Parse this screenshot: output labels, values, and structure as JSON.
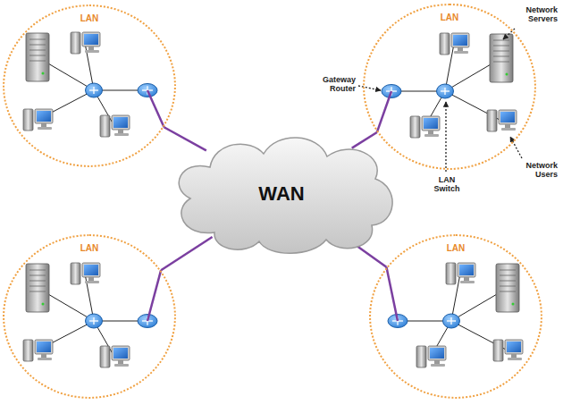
{
  "diagram": {
    "nodes": [
      {
        "text": [
          "LAN"
        ]
      },
      {
        "text": [
          "LAN"
        ]
      },
      {
        "text": [
          "WAN"
        ]
      },
      {
        "text": [
          "LAN"
        ]
      },
      {
        "text": [
          "LAN"
        ]
      }
    ],
    "edges": [
      {
        "from": 0,
        "to": 2,
        "arrow": "none"
      },
      {
        "from": 1,
        "to": 2,
        "arrow": "none"
      },
      {
        "from": 3,
        "to": 2,
        "arrow": "none"
      },
      {
        "from": 4,
        "to": 2,
        "arrow": "none"
      }
    ],
    "labels": [
      "Gateway Router",
      "Network Servers",
      "LAN Switch",
      "Network Users"
    ]
  }
}
